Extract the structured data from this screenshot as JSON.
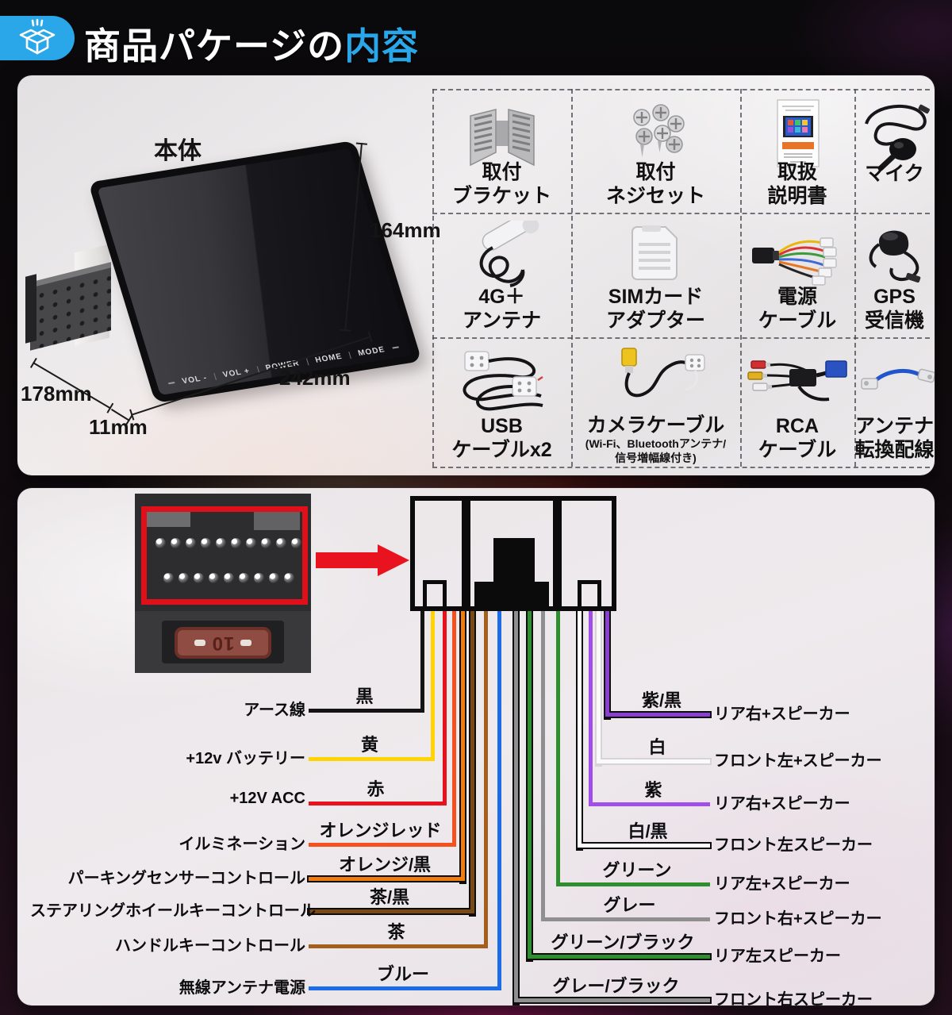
{
  "header": {
    "title_white": "商品パケージの",
    "title_blue": "内容",
    "accent_color": "#29a7e9"
  },
  "package_panel": {
    "unit_label": "本体",
    "dimensions": {
      "height": "164mm",
      "width": "242mm",
      "depth": "178mm",
      "front": "11mm"
    },
    "bezel_buttons": [
      "VOL -",
      "VOL +",
      "POWER",
      "HOME",
      "MODE"
    ],
    "items": [
      {
        "icon": "bracket-icon",
        "lines": [
          "取付",
          "ブラケット"
        ]
      },
      {
        "icon": "screws-icon",
        "lines": [
          "取付",
          "ネジセット"
        ]
      },
      {
        "icon": "manual-icon",
        "lines": [
          "取扱",
          "説明書"
        ]
      },
      {
        "icon": "microphone-icon",
        "lines": [
          "マイク"
        ]
      },
      {
        "icon": "4g-antenna-icon",
        "lines": [
          "4G＋",
          "アンテナ"
        ]
      },
      {
        "icon": "sim-adapter-icon",
        "lines": [
          "SIMカード",
          "アダプター"
        ]
      },
      {
        "icon": "power-cable-icon",
        "lines": [
          "電源",
          "ケーブル"
        ]
      },
      {
        "icon": "gps-receiver-icon",
        "lines": [
          "GPS",
          "受信機"
        ]
      },
      {
        "icon": "usb-cable-icon",
        "lines": [
          "USB",
          "ケーブルx2"
        ]
      },
      {
        "icon": "camera-cable-icon",
        "lines": [
          "カメラケーブル"
        ],
        "sublines": [
          "(Wi-Fi、Bluetoothアンテナ/",
          "信号増幅線付き)"
        ]
      },
      {
        "icon": "rca-cable-icon",
        "lines": [
          "RCA",
          "ケーブル"
        ]
      },
      {
        "icon": "antenna-adapter-icon",
        "lines": [
          "アンテナ",
          "転換配線"
        ]
      }
    ]
  },
  "wiring_panel": {
    "fuse_label": "10",
    "left": [
      {
        "function": "アース線",
        "color_name": "黒",
        "color": "#141414",
        "outline": false
      },
      {
        "function": "+12v バッテリー",
        "color_name": "黄",
        "color": "#ffd400",
        "outline": false
      },
      {
        "function": "+12V ACC",
        "color_name": "赤",
        "color": "#e8111c",
        "outline": false
      },
      {
        "function": "イルミネーション",
        "color_name": "オレンジレッド",
        "color": "#f4511e",
        "outline": false
      },
      {
        "function": "パーキングセンサーコントロール",
        "color_name": "オレンジ/黒",
        "color": "#ef7d0e",
        "outline": "black"
      },
      {
        "function": "ステアリングホイールキーコントロール",
        "color_name": "茶/黒",
        "color": "#7a4a16",
        "outline": "black"
      },
      {
        "function": "ハンドルキーコントロール",
        "color_name": "茶",
        "color": "#a35f1b",
        "outline": false
      },
      {
        "function": "無線アンテナ電源",
        "color_name": "ブルー",
        "color": "#1c6be8",
        "outline": false
      }
    ],
    "right": [
      {
        "function": "リア右+スピーカー",
        "color_name": "紫/黒",
        "color": "#8a3fd0",
        "outline": "black"
      },
      {
        "function": "フロント左+スピーカー",
        "color_name": "白",
        "color": "#fafafa",
        "outline": "light"
      },
      {
        "function": "リア右+スピーカー",
        "color_name": "紫",
        "color": "#a050e8",
        "outline": false
      },
      {
        "function": "フロント左スピーカー",
        "color_name": "白/黒",
        "color": "#ffffff",
        "outline": "black"
      },
      {
        "function": "リア左+スピーカー",
        "color_name": "グリーン",
        "color": "#2f8f2f",
        "outline": false
      },
      {
        "function": "フロント右+スピーカー",
        "color_name": "グレー",
        "color": "#8f8f8f",
        "outline": false
      },
      {
        "function": "リア左スピーカー",
        "color_name": "グリーン/ブラック",
        "color": "#2f8f2f",
        "outline": "black"
      },
      {
        "function": "フロント右スピーカー",
        "color_name": "グレー/ブラック",
        "color": "#8f8f8f",
        "outline": "black"
      }
    ]
  }
}
